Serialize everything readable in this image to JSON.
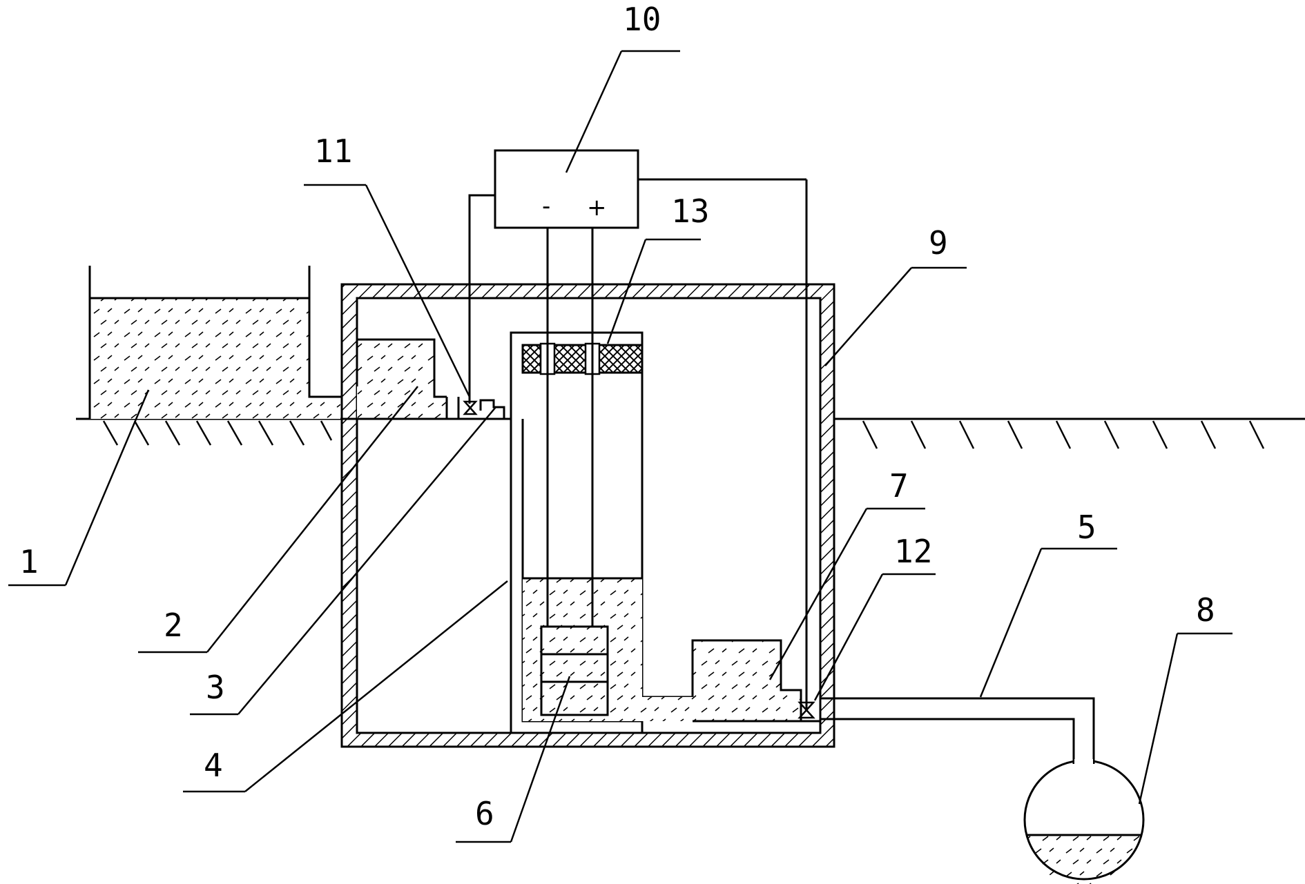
{
  "labels": {
    "n1": "1",
    "n2": "2",
    "n3": "3",
    "n4": "4",
    "n5": "5",
    "n6": "6",
    "n7": "7",
    "n8": "8",
    "n9": "9",
    "n10": "10",
    "n11": "11",
    "n12": "12",
    "n13": "13"
  },
  "power_supply": {
    "negative": "-",
    "positive": "+"
  }
}
